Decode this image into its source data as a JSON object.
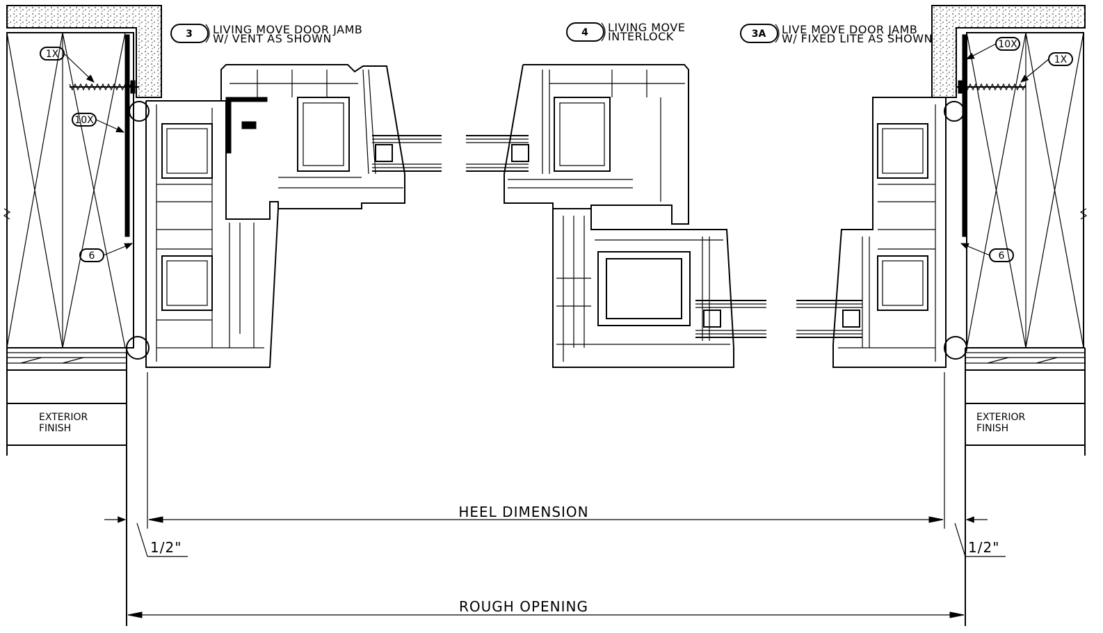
{
  "details": {
    "left": {
      "tag": "3",
      "line1": "LIVING MOVE DOOR JAMB",
      "line2": "W/ VENT AS SHOWN"
    },
    "center": {
      "tag": "4",
      "line1": "LIVING MOVE",
      "line2": "INTERLOCK"
    },
    "right": {
      "tag": "3A",
      "line1": "LIVE MOVE DOOR JAMB",
      "line2": "W/ FIXED LITE AS SHOWN"
    }
  },
  "callouts": {
    "left": [
      "1X",
      "10X",
      "6"
    ],
    "right": [
      "10X",
      "1X",
      "6"
    ]
  },
  "labels": {
    "exterior_left": [
      "EXTERIOR",
      "FINISH"
    ],
    "exterior_right": [
      "EXTERIOR",
      "FINISH"
    ]
  },
  "dimensions": {
    "heel": "HEEL DIMENSION",
    "rough": "ROUGH OPENING",
    "shim_left": "1/2\"",
    "shim_right": "1/2\""
  }
}
